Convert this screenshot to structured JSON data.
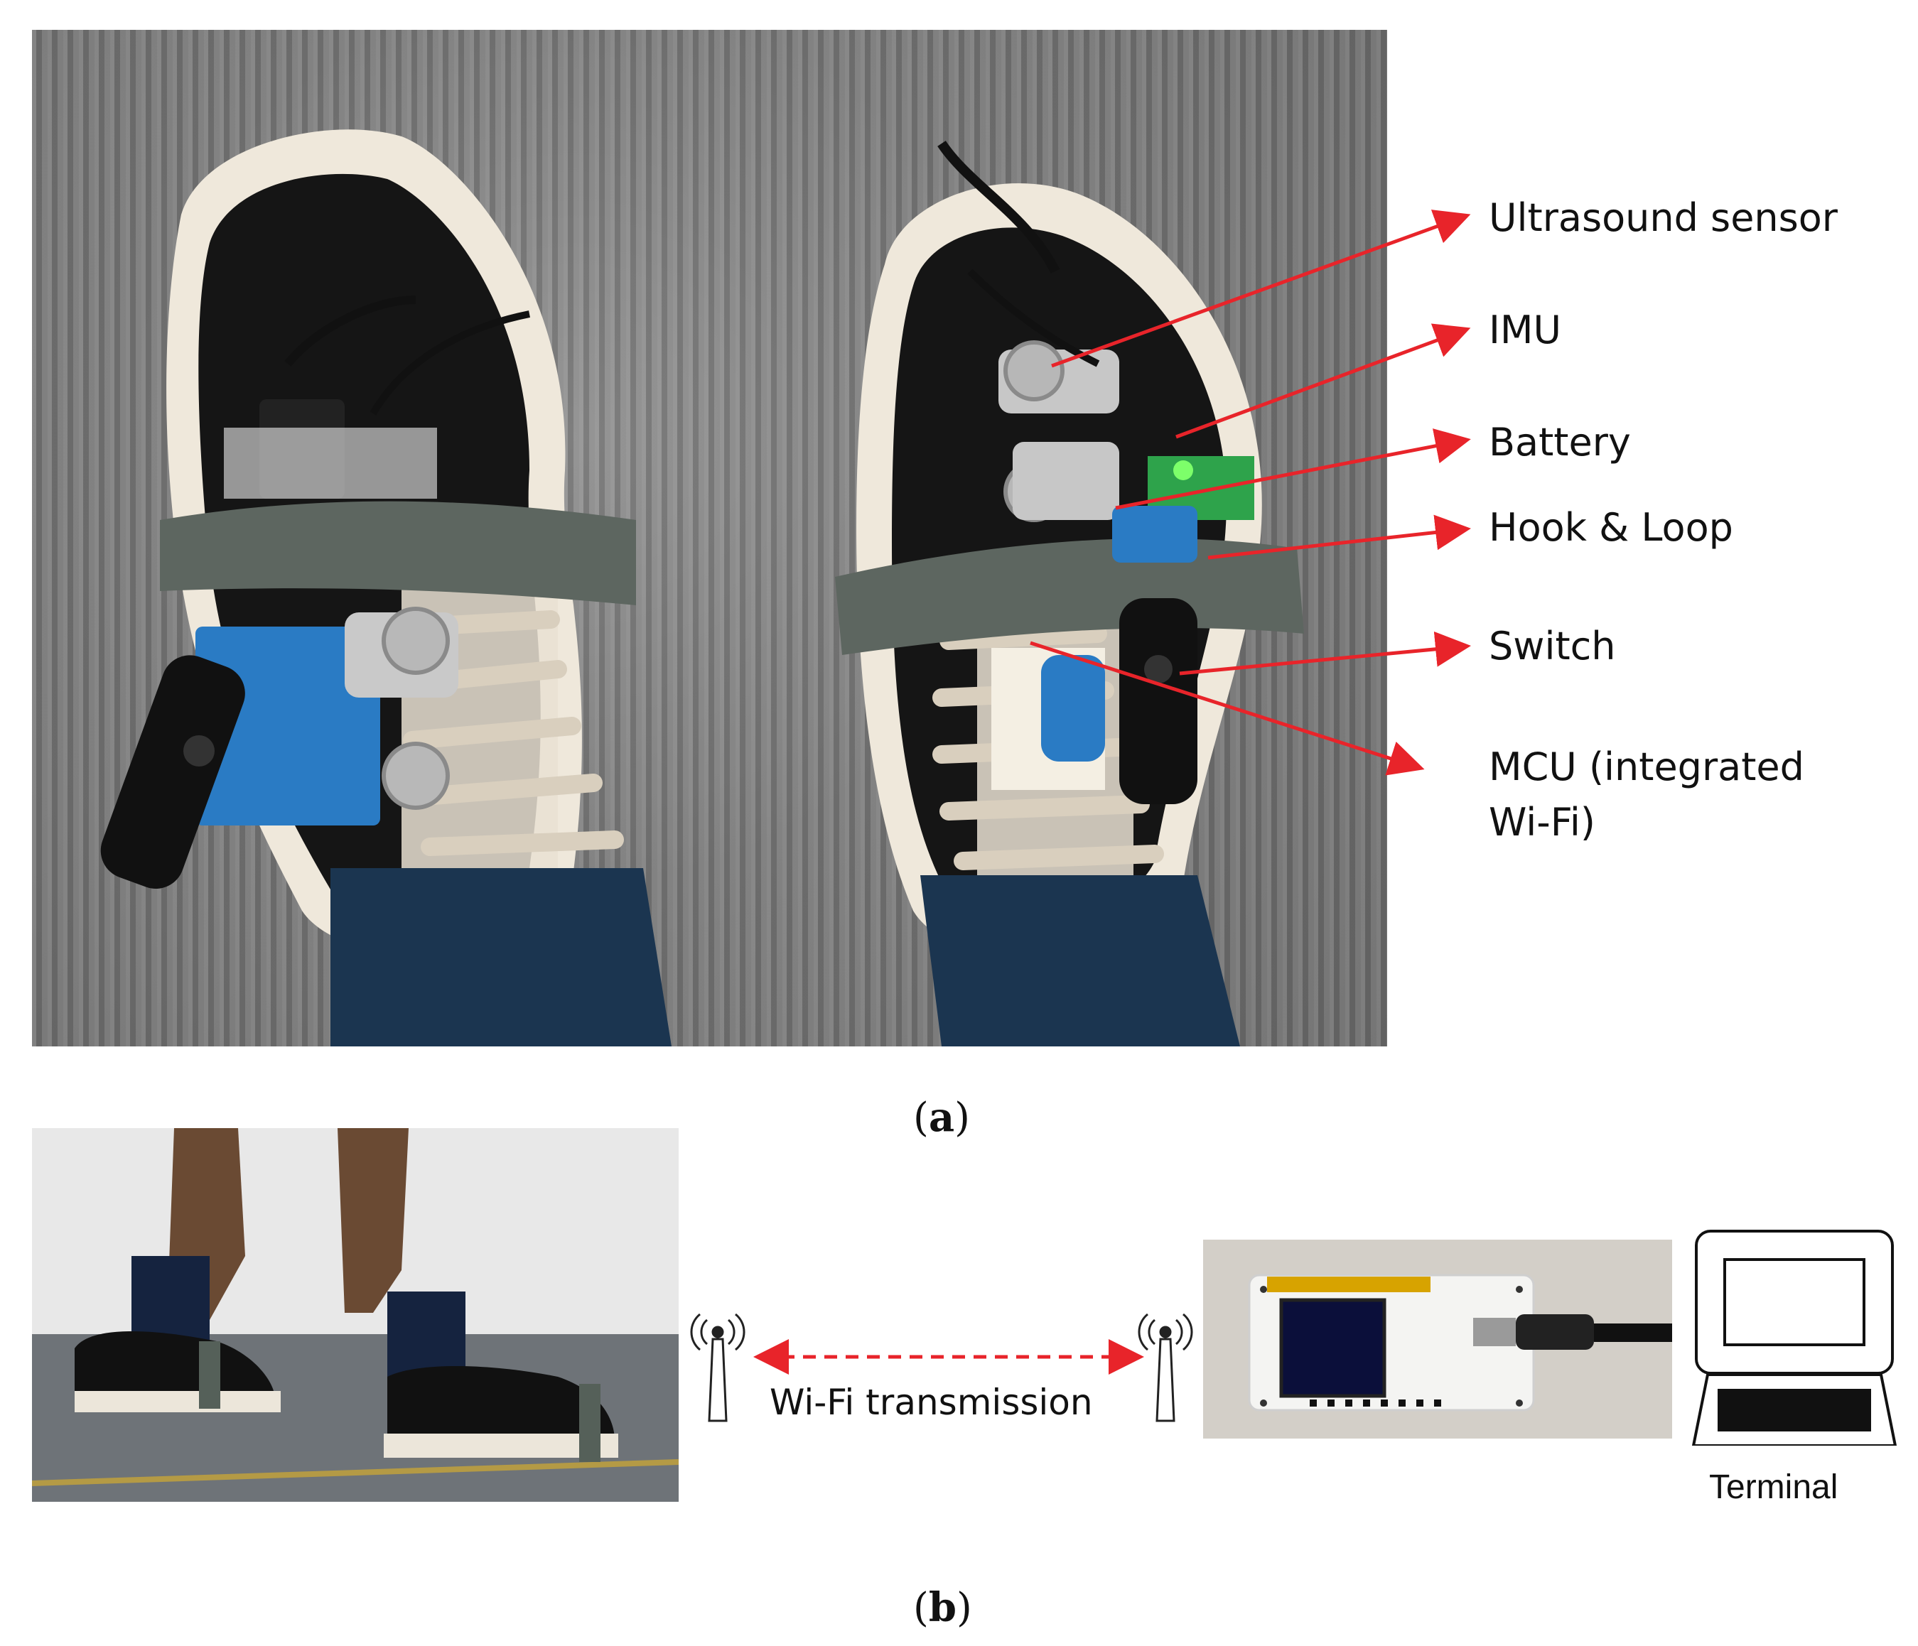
{
  "panel_a": {
    "labels": [
      {
        "key": "ultrasound",
        "text": "Ultrasound sensor"
      },
      {
        "key": "imu",
        "text": "IMU"
      },
      {
        "key": "battery",
        "text": "Battery"
      },
      {
        "key": "hook",
        "text": "Hook & Loop"
      },
      {
        "key": "switch",
        "text": "Switch"
      },
      {
        "key": "mcu_1",
        "text": "MCU (integrated"
      },
      {
        "key": "mcu_2",
        "text": "Wi-Fi)"
      }
    ],
    "caption": "a"
  },
  "panel_b": {
    "wifi_label": "Wi-Fi transmission",
    "terminal_label": "Terminal",
    "caption": "b"
  },
  "colors": {
    "arrow_red": "#e8242a",
    "arrow_blue": "#1f4fd6",
    "wifi_dash": "#e8242a"
  }
}
